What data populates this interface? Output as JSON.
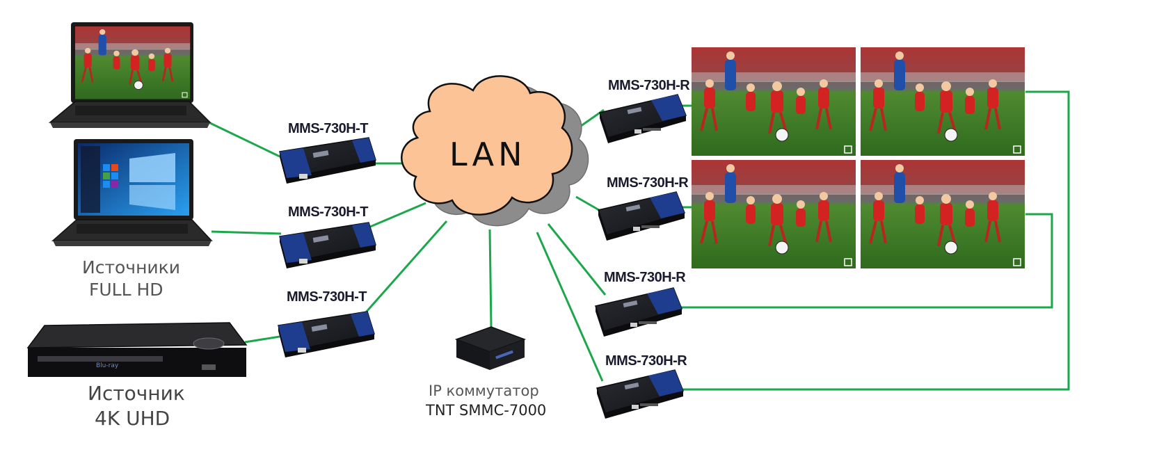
{
  "center": {
    "label": "LAN"
  },
  "transmitters": [
    {
      "label": "MMS-730H-T"
    },
    {
      "label": "MMS-730H-T"
    },
    {
      "label": "MMS-730H-T"
    }
  ],
  "receivers": [
    {
      "label": "MMS-730H-R"
    },
    {
      "label": "MMS-730H-R"
    },
    {
      "label": "MMS-730H-R"
    },
    {
      "label": "MMS-730H-R"
    }
  ],
  "sources_fullhd": {
    "line1": "Источники",
    "line2": "FULL HD"
  },
  "source_4k": {
    "line1": "Источник",
    "line2": "4K UHD"
  },
  "ip_switch": {
    "line1": "IP коммутатор",
    "line2": "TNT SMMC-7000"
  },
  "colors": {
    "link": "#1aa84a",
    "cloud_fill": "#fcc396",
    "cloud_shadow": "#8c8c8c",
    "device_body": "#1c1d22",
    "device_accent": "#1e3d8f",
    "pitch": "#3f7a2a"
  },
  "icons": {
    "laptop": "laptop-icon",
    "bluray": "bluray-player-icon",
    "transmitter": "transmitter-box-icon",
    "receiver": "receiver-box-icon",
    "switch": "ip-switch-icon",
    "screen": "video-screen"
  }
}
